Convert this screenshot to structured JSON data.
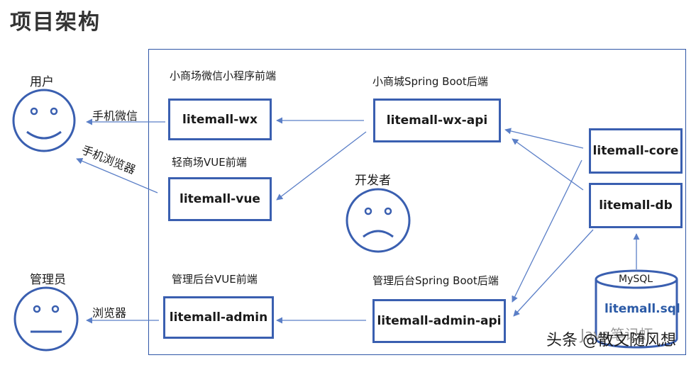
{
  "title": "项目架构",
  "actors": {
    "user": "用户",
    "developer": "开发者",
    "admin": "管理员"
  },
  "boxes": {
    "wx": "litemall-wx",
    "vue": "litemall-vue",
    "admin": "litemall-admin",
    "wx_api": "litemall-wx-api",
    "admin_api": "litemall-admin-api",
    "core": "litemall-core",
    "db": "litemall-db",
    "sql": "litemall.sql"
  },
  "captions": {
    "wx": "小商场微信小程序前端",
    "vue": "轻商场VUE前端",
    "admin": "管理后台VUE前端",
    "wx_api": "小商城Spring Boot后端",
    "admin_api": "管理后台Spring Boot后端",
    "mysql": "MySQL"
  },
  "edge_labels": {
    "wechat": "手机微信",
    "mobile_browser": "手机浏览器",
    "browser": "浏览器"
  },
  "watermark": {
    "ghost": "Java笔记虾",
    "text": "头条 @散文随风想"
  },
  "colors": {
    "box_border": "#3a5fb0",
    "arrow": "#5b7fc7",
    "frame": "#2f56a6"
  }
}
